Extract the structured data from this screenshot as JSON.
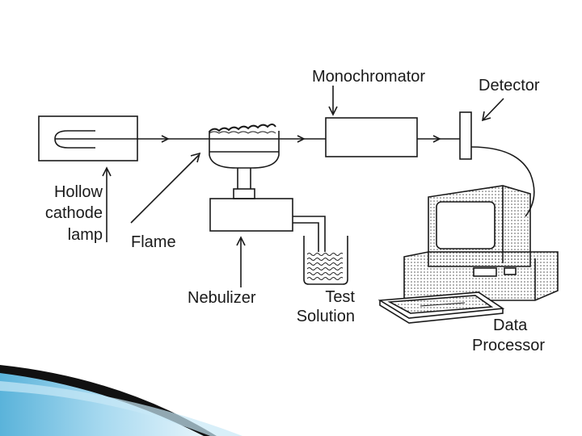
{
  "labels": {
    "hollow_cathode_lamp": [
      "Hollow",
      "cathode",
      "lamp"
    ],
    "flame": "Flame",
    "nebulizer": "Nebulizer",
    "test_solution": [
      "Test",
      "Solution"
    ],
    "monochromator": "Monochromator",
    "detector": "Detector",
    "data_processor": [
      "Data",
      "Processor"
    ]
  },
  "colors": {
    "line": "#1a1a1a",
    "swoosh_dark": "#111111",
    "swoosh_light": "#7fc7e6"
  }
}
